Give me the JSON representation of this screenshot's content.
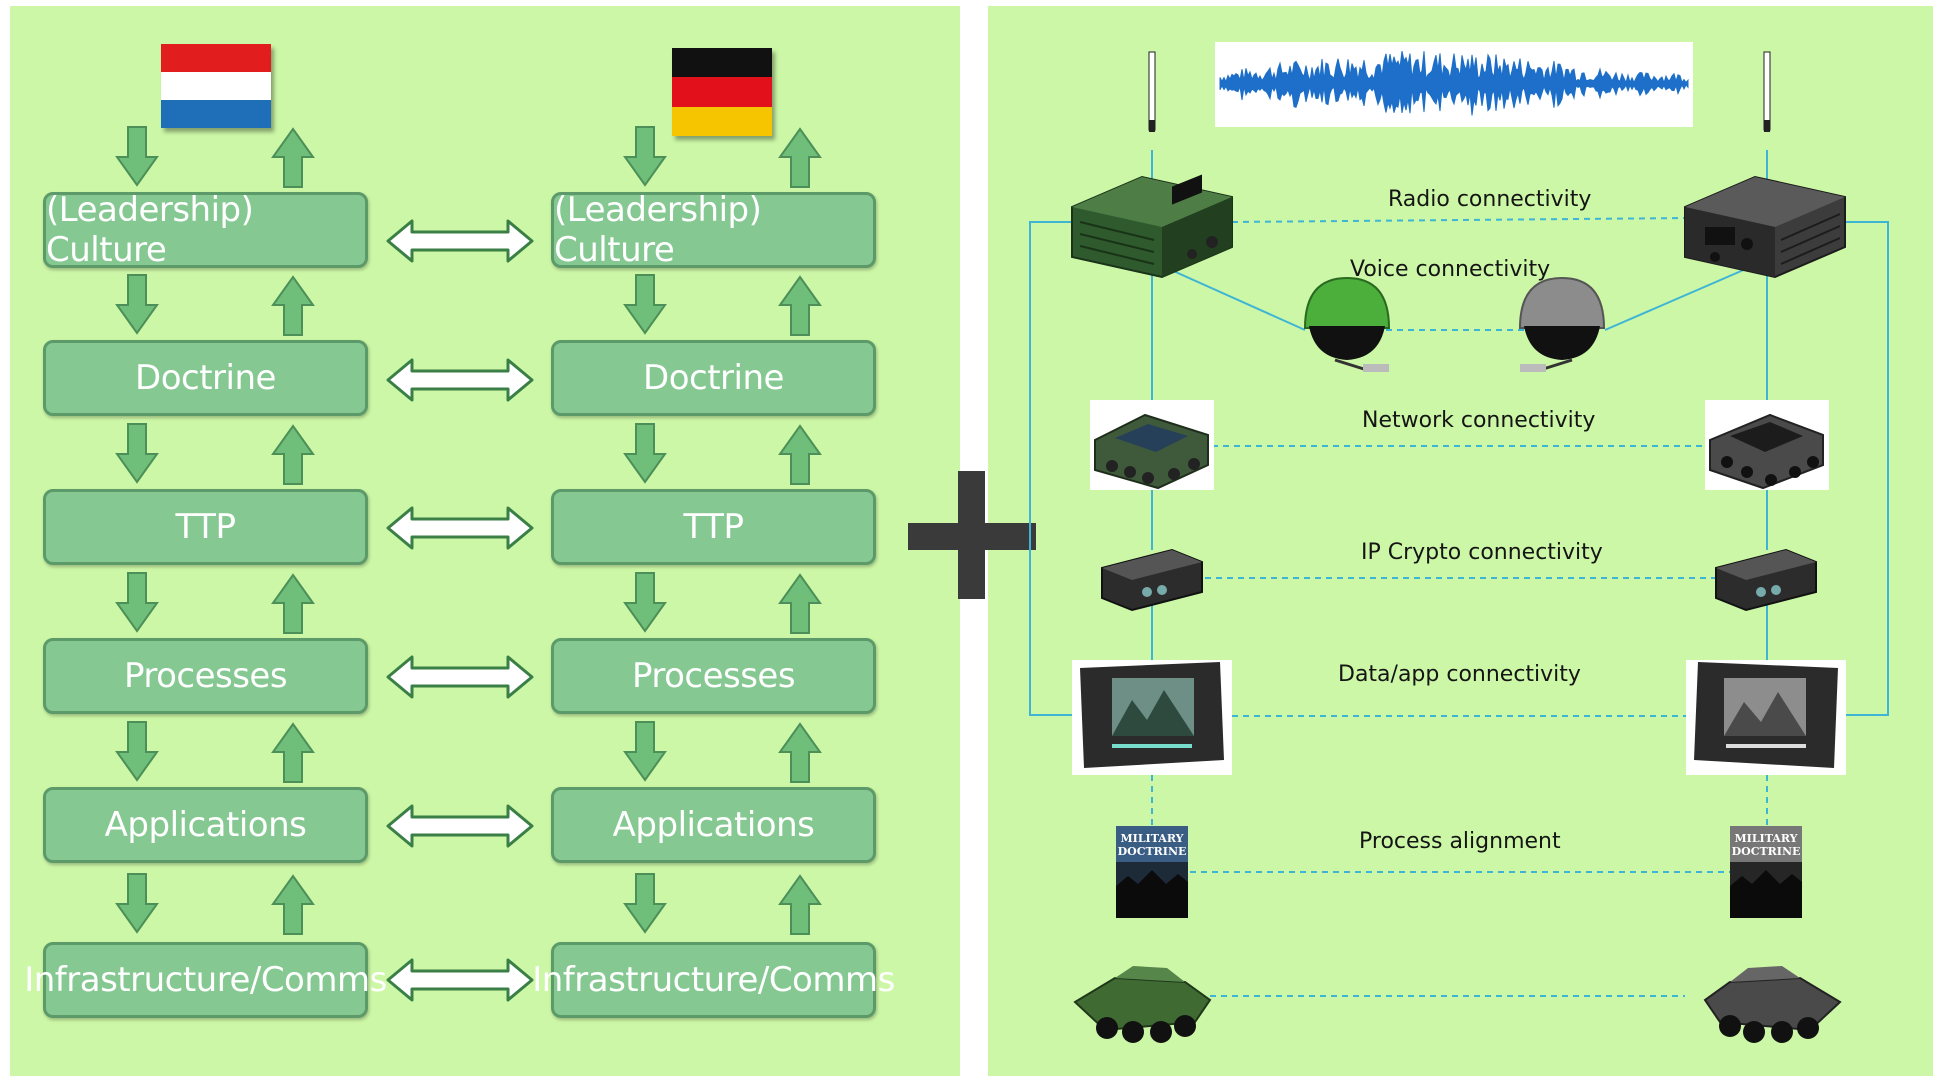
{
  "left": {
    "flag_nl": {
      "name": "netherlands-flag",
      "colors": [
        "#e11d1d",
        "#ffffff",
        "#1e6fb8"
      ]
    },
    "flag_de": {
      "name": "germany-flag",
      "colors": [
        "#111111",
        "#e1101a",
        "#f7c400"
      ]
    },
    "layers": [
      "(Leadership) Culture",
      "Doctrine",
      "TTP",
      "Processes",
      "Applications",
      "Infrastructure/Comms"
    ],
    "box_color": "#86c892",
    "arrow_color": "#6fbf7a"
  },
  "plus_symbol": "+",
  "right": {
    "audio_waveform_color": "#1d6fc9",
    "link_color": "#3fb5d6",
    "connectivity": {
      "radio": "Radio connectivity",
      "voice": "Voice connectivity",
      "network": "Network connectivity",
      "ip_crypto": "IP Crypto connectivity",
      "data_app": "Data/app connectivity",
      "process": "Process alignment"
    },
    "doctrine_book_title": "MILITARY DOCTRINE",
    "icons": [
      "radio-icon",
      "helmet-icon",
      "network-switch-icon",
      "crypto-device-icon",
      "tablet-icon",
      "doctrine-book-icon",
      "armored-vehicle-icon"
    ]
  }
}
